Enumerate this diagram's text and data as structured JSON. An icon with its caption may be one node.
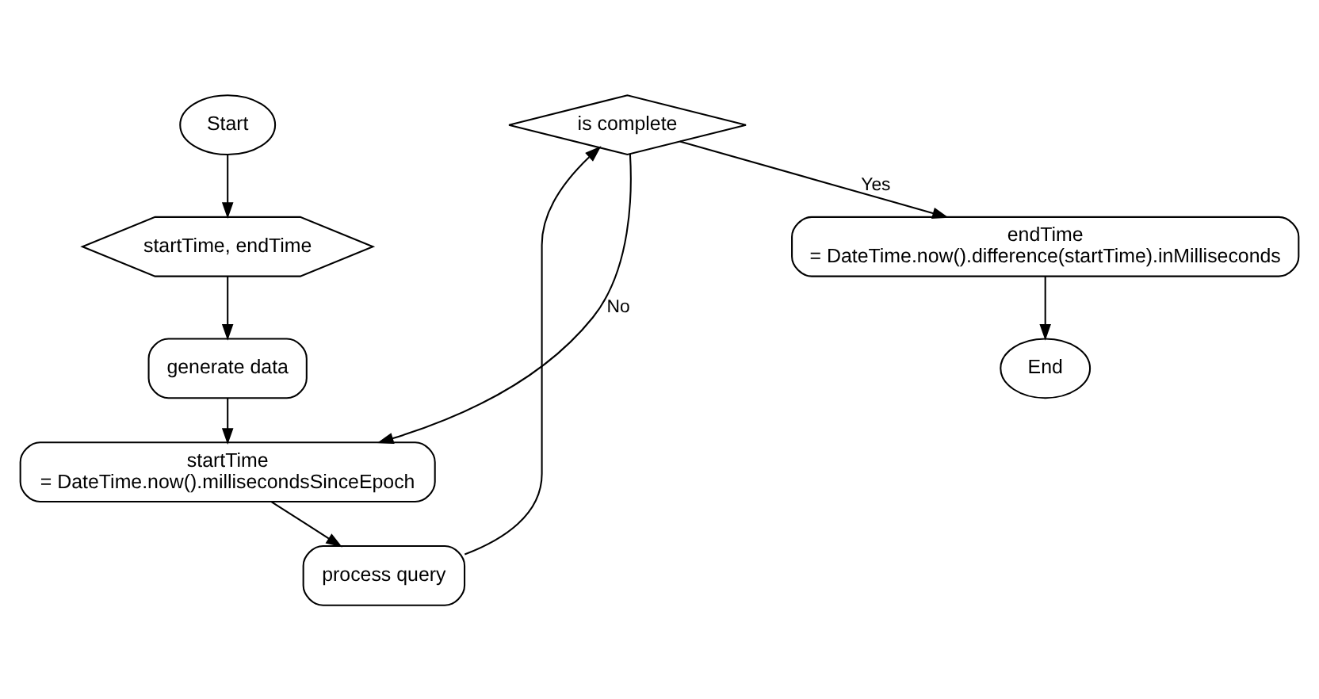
{
  "diagram": {
    "nodes": [
      {
        "text": [
          "Start"
        ]
      },
      {
        "text": [
          "startTime, endTime"
        ]
      },
      {
        "text": [
          "generate data"
        ]
      },
      {
        "text": [
          "startTime",
          "= DateTime.now().millisecondsSinceEpoch"
        ]
      },
      {
        "text": [
          "process query"
        ]
      },
      {
        "text": [
          "is complete"
        ]
      },
      {
        "text": [
          "endTime",
          "= DateTime.now().difference(startTime).inMilliseconds"
        ]
      },
      {
        "text": [
          "End"
        ]
      }
    ],
    "edges": [
      {
        "from": 0,
        "to": 1,
        "arrow": "to"
      },
      {
        "from": 1,
        "to": 2,
        "arrow": "to"
      },
      {
        "from": 2,
        "to": 3,
        "arrow": "to"
      },
      {
        "from": 3,
        "to": 4,
        "arrow": "to"
      },
      {
        "from": 4,
        "to": 5,
        "arrow": "to"
      },
      {
        "from": 5,
        "to": 3,
        "label": "No",
        "arrow": "to"
      },
      {
        "from": 5,
        "to": 6,
        "label": "Yes",
        "arrow": "to"
      },
      {
        "from": 6,
        "to": 7,
        "arrow": "to"
      }
    ]
  }
}
